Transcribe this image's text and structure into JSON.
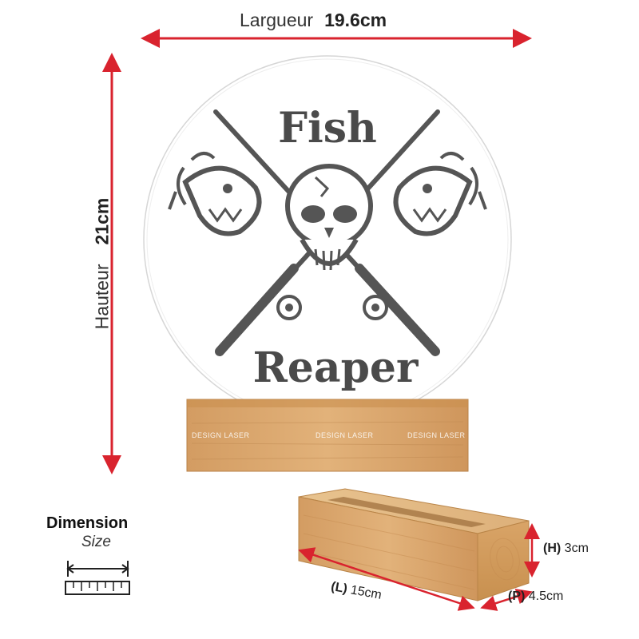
{
  "width_dimension": {
    "name": "Largueur",
    "value": "19.6cm"
  },
  "height_dimension": {
    "name": "Hauteur",
    "value": "21cm"
  },
  "plaque": {
    "line1": "Fish",
    "line2": "Reaper"
  },
  "watermark": "DESIGN LASER",
  "legend": {
    "title": "Dimension",
    "subtitle": "Size"
  },
  "base_dimensions": {
    "length": {
      "key": "(L)",
      "value": "15cm"
    },
    "height": {
      "key": "(H)",
      "value": "3cm"
    },
    "depth": {
      "key": "(P)",
      "value": "4.5cm"
    }
  },
  "colors": {
    "arrow": "#d9232e",
    "wood": "#d9a56c",
    "engraving": "#4a4a4a"
  },
  "icons": [
    "ruler-icon",
    "skull-icon",
    "fishing-rod-icon",
    "fish-icon"
  ]
}
